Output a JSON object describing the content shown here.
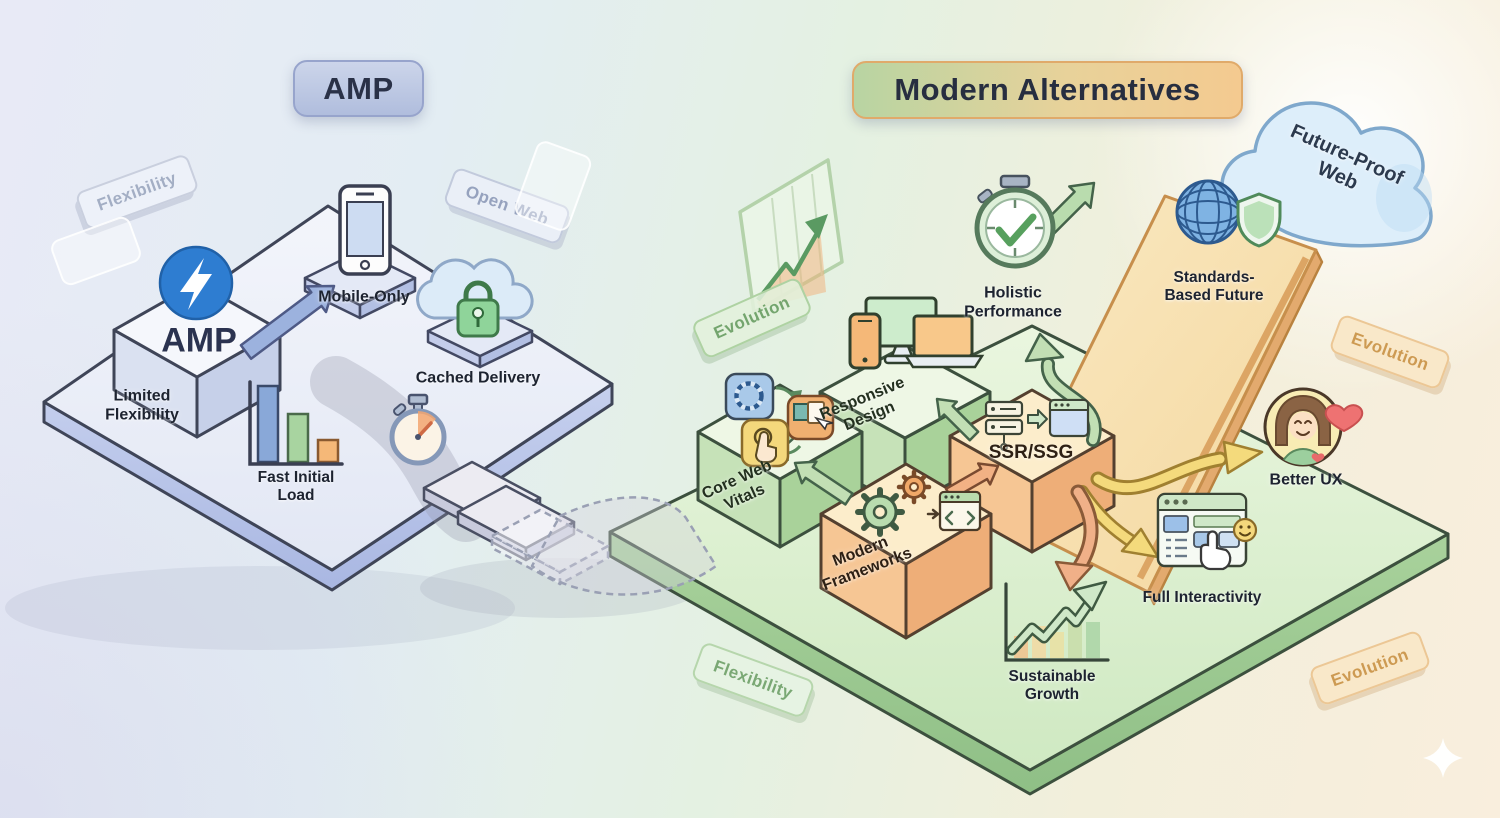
{
  "titles": {
    "amp": "AMP",
    "modern": "Modern Alternatives"
  },
  "tags": {
    "flexibility": "Flexibility",
    "open_web": "Open Web",
    "evolution": "Evolution"
  },
  "amp_section": {
    "block_label": "AMP",
    "limited_flexibility": "Limited Flexibility",
    "mobile_only": "Mobile-Only",
    "cached_delivery": "Cached Delivery",
    "fast_initial_load": "Fast Initial Load"
  },
  "modern_section": {
    "core_web_vitals": "Core Web Vitals",
    "responsive_design": "Responsive Design",
    "modern_frameworks": "Modern Frameworks",
    "ssr_ssg": "SSR/SSG",
    "holistic_performance": "Holistic Performance",
    "standards_based_future": "Standards-Based Future",
    "future_proof_web": "Future-Proof Web",
    "better_ux": "Better UX",
    "full_interactivity": "Full Interactivity",
    "sustainable_growth": "Sustainable Growth"
  },
  "colors": {
    "amp_blue": "#2e7dd1",
    "block_green": "#c6e2b8",
    "block_orange": "#f6c694",
    "ramp": "#f8e3b4",
    "cloud": "#ddeefa",
    "arrow_green": "#c2dfb4",
    "arrow_yellow": "#f4da7c",
    "arrow_orange": "#f0b088"
  }
}
